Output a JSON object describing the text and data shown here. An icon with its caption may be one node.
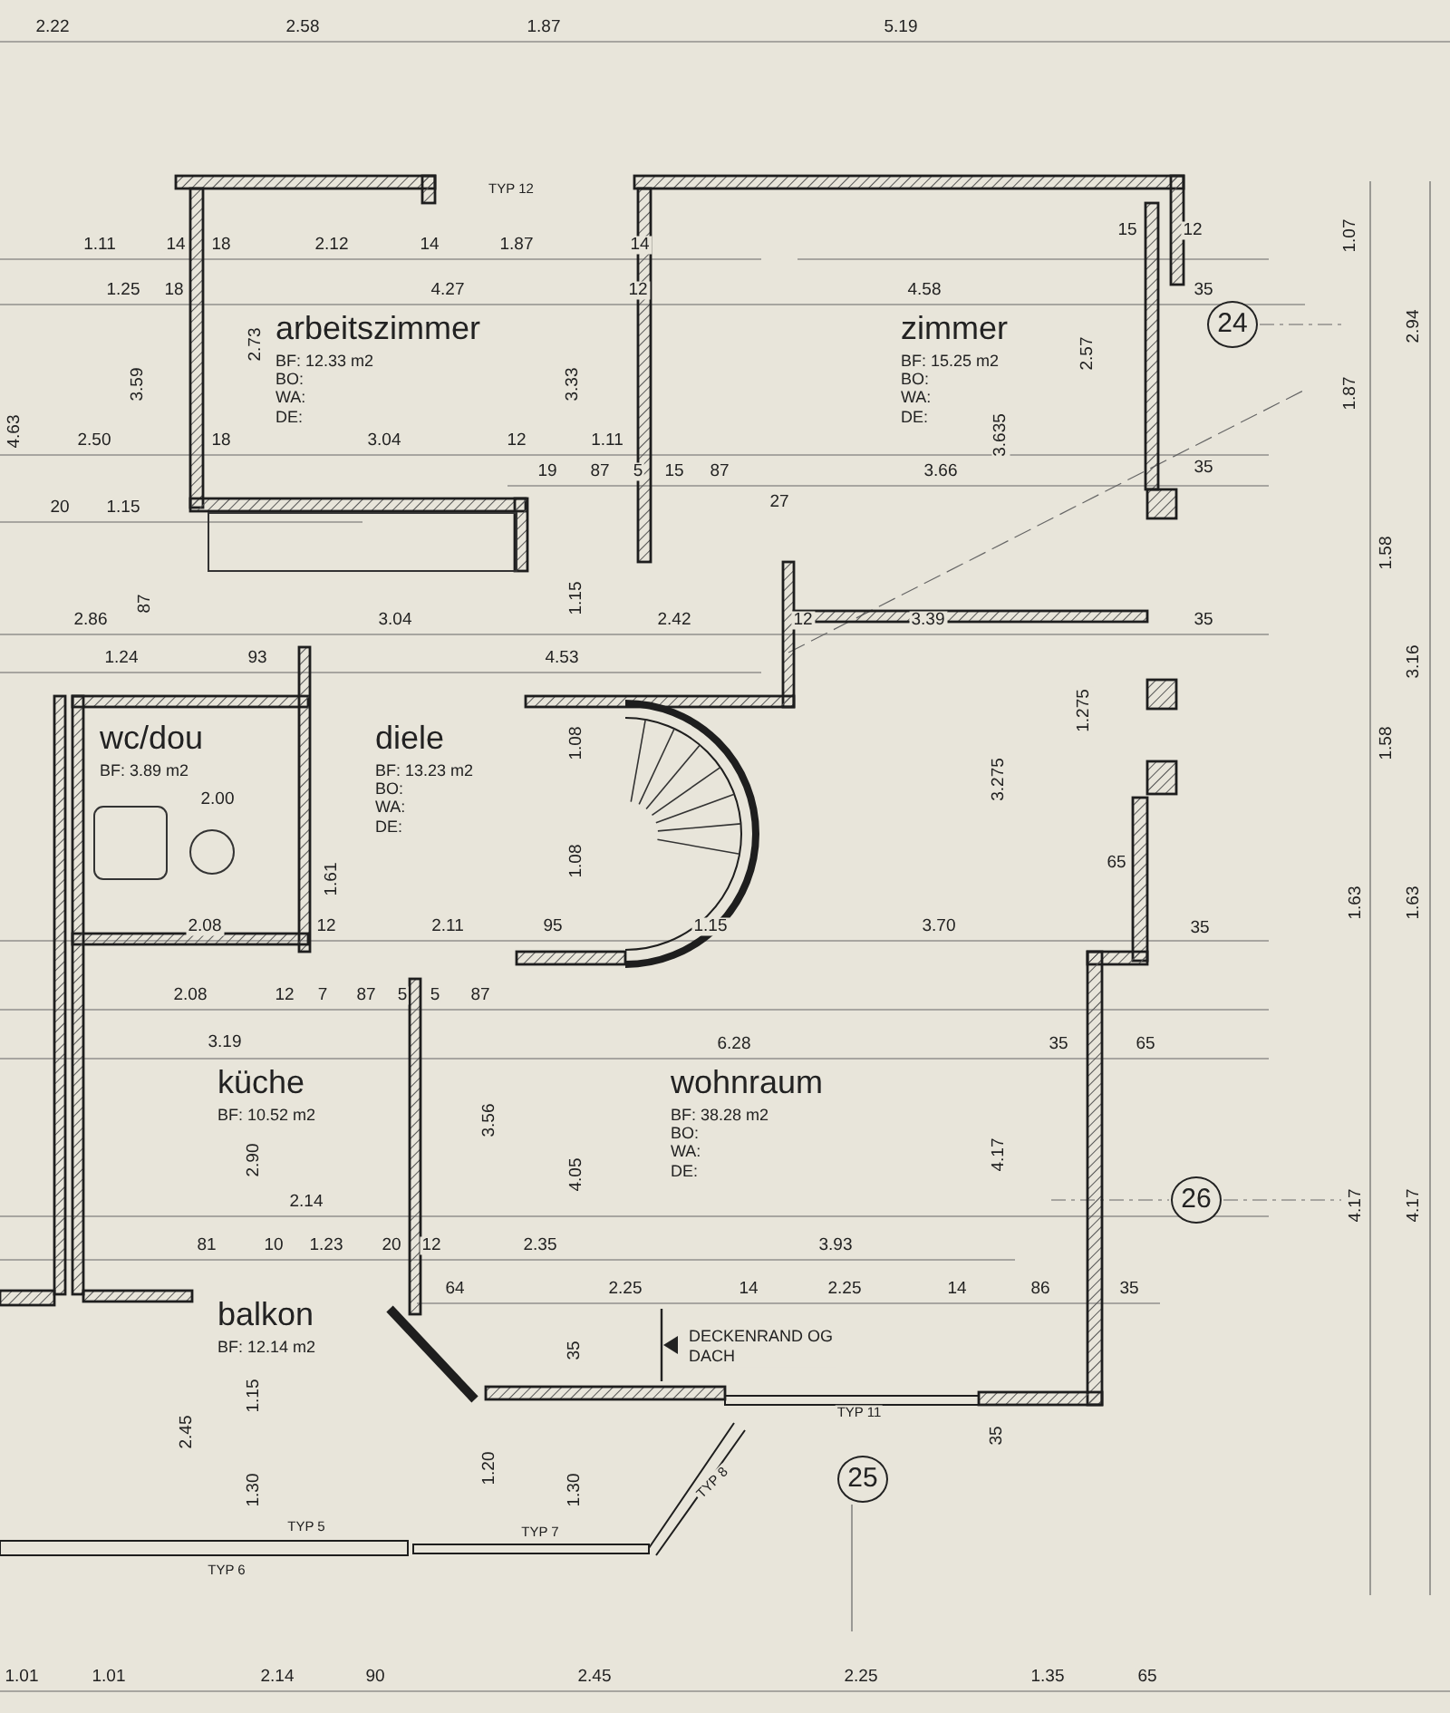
{
  "diagram": {
    "nodes": [
      {
        "text": [
          "arbeitszimmer",
          "BF: 12.33 m2",
          "BO:",
          "WA:",
          "DE:"
        ]
      },
      {
        "text": [
          "zimmer",
          "BF: 15.25 m2",
          "BO:",
          "WA:",
          "DE:"
        ]
      },
      {
        "text": [
          "wc/dou",
          "BF: 3.89 m2"
        ]
      },
      {
        "text": [
          "diele",
          "BF: 13.23 m2",
          "BO:",
          "WA:",
          "DE:"
        ]
      },
      {
        "text": [
          "küche",
          "BF: 10.52 m2"
        ]
      },
      {
        "text": [
          "wohnraum",
          "BF: 38.28 m2",
          "BO:",
          "WA:",
          "DE:"
        ]
      },
      {
        "text": [
          "balkon",
          "BF: 12.14 m2"
        ]
      }
    ],
    "labels": [
      "2.22",
      "2.58",
      "1.87",
      "5.19",
      "TYP 12",
      "1.11",
      "14",
      "18",
      "2.12",
      "14",
      "1.87",
      "14",
      "15",
      "12",
      "1.25",
      "18",
      "4.27",
      "12",
      "4.58",
      "35",
      "24",
      "2.73",
      "3.59",
      "3.33",
      "2.57",
      "3.635",
      "1.07",
      "1.87",
      "2.94",
      "4.63",
      "2.50",
      "18",
      "3.04",
      "12",
      "1.11",
      "19",
      "87",
      "5",
      "15",
      "87",
      "3.66",
      "35",
      "20",
      "1.15",
      "27",
      "2.86",
      "87",
      "3.04",
      "1.15",
      "2.42",
      "12",
      "3.39",
      "35",
      "1.24",
      "93",
      "4.53",
      "1.275",
      "3.275",
      "1.58",
      "3.16",
      "1.08",
      "1.58",
      "2.00",
      "1.61",
      "1.08",
      "65",
      "1.63",
      "1.63",
      "2.08",
      "12",
      "2.11",
      "95",
      "1.15",
      "3.70",
      "35",
      "2.08",
      "12",
      "7",
      "87",
      "5",
      "5",
      "87",
      "3.19",
      "6.28",
      "35",
      "65",
      "3.56",
      "2.90",
      "4.05",
      "4.17",
      "26",
      "4.17",
      "4.17",
      "2.14",
      "81",
      "10",
      "1.23",
      "20",
      "12",
      "2.35",
      "3.93",
      "64",
      "2.25",
      "14",
      "2.25",
      "14",
      "86",
      "35",
      "DECKENRAND OG DACH",
      "35",
      "TYP 11",
      "35",
      "25",
      "2.45",
      "1.15",
      "1.20",
      "1.30",
      "1.30",
      "TYP 5",
      "TYP 6",
      "TYP 7",
      "TYP 8",
      "1.01",
      "1.01",
      "2.14",
      "90",
      "2.45",
      "2.25",
      "1.35",
      "65"
    ]
  }
}
